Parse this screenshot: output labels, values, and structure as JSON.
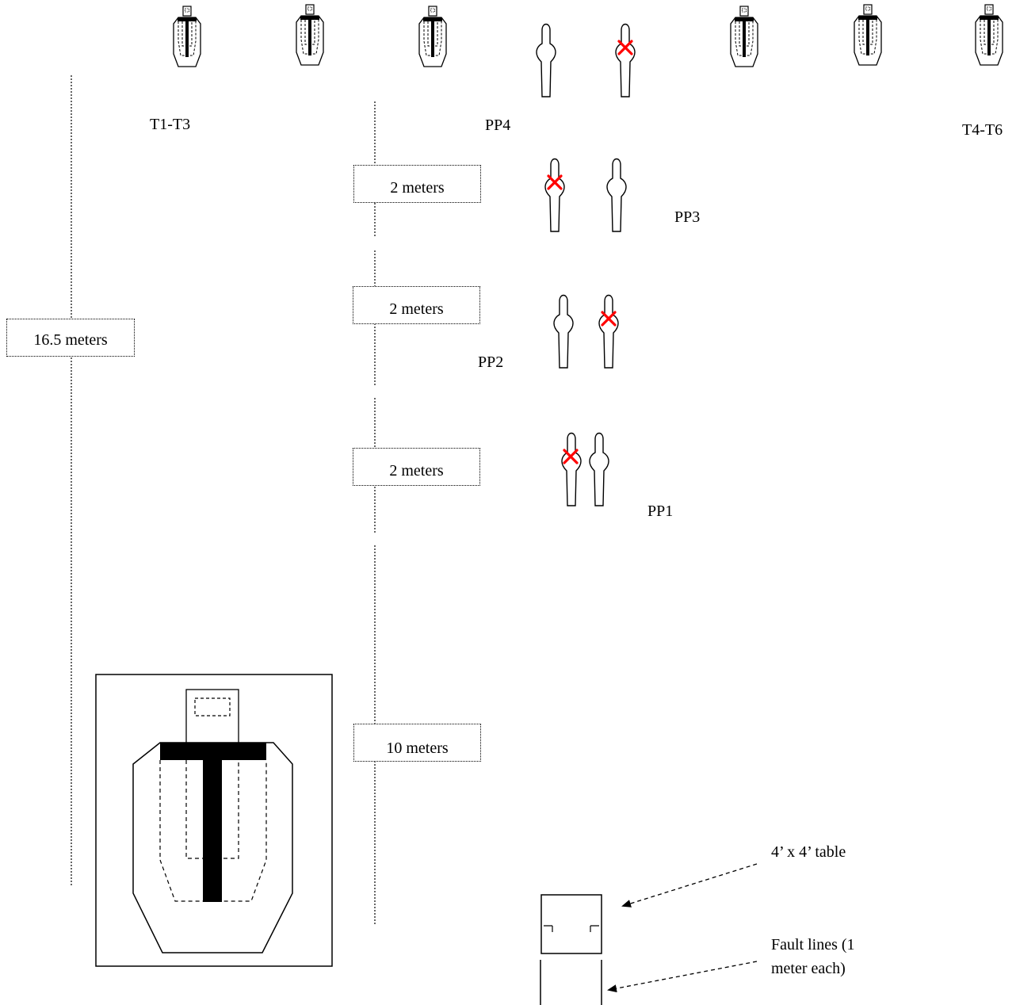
{
  "diagram": {
    "target_groups": [
      {
        "label": "T1-T3"
      },
      {
        "label": "T4-T6"
      }
    ],
    "popper_labels": [
      "PP4",
      "PP3",
      "PP2",
      "PP1"
    ],
    "distances": {
      "total": "16.5 meters",
      "pp4_to_pp3": "2 meters",
      "pp3_to_pp2": "2 meters",
      "pp2_to_pp1": "2 meters",
      "pp1_to_table": "10 meters"
    },
    "table_label": "4’ x 4’ table",
    "fault_lines_label": "Fault lines (1 meter each)",
    "colors": {
      "line": "#000000",
      "no_shoot_mark": "#ff0000"
    },
    "icons": {
      "target": "ipsc-target-icon",
      "popper": "popper-icon",
      "no_shoot": "red-x-icon"
    }
  }
}
